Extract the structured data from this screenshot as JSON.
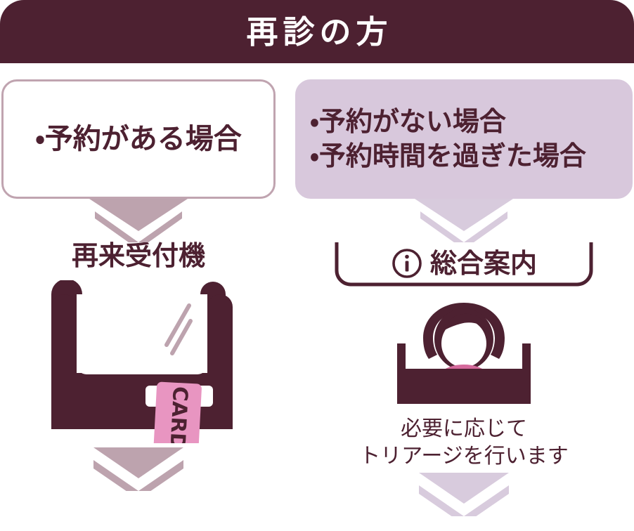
{
  "header": {
    "title": "再診の方",
    "background_color": "#4d2131",
    "text_color": "#ffffff"
  },
  "colors": {
    "maroon": "#4d2131",
    "mauve_border": "#c0a4b0",
    "mauve_fill": "#d8c8dc",
    "arrow_pink": "#bda3ae",
    "arrow_lavender": "#d8cbdd",
    "card_pink": "#e895c1",
    "person_pink": "#d4699b"
  },
  "left_column": {
    "condition_box": {
      "lines": [
        "・予約がある場合"
      ]
    },
    "arrow_top": {
      "icon": "chevron-down-icon",
      "color": "#bda3ae"
    },
    "step_title": "再来受付機",
    "kiosk": {
      "icon": "check-in-kiosk-icon",
      "card_label": "CARD"
    },
    "arrow_bottom": {
      "icon": "double-chevron-down-icon",
      "color": "#bda3ae"
    }
  },
  "right_column": {
    "condition_box": {
      "lines": [
        "・予約がない場合",
        "・予約時間を過ぎた場合"
      ]
    },
    "arrow_top": {
      "icon": "chevron-down-icon",
      "color": "#d8cbdd"
    },
    "step_title": "総合案内",
    "step_title_icon": "info-circle-icon",
    "reception": {
      "icon": "reception-desk-icon"
    },
    "note": {
      "line1": "必要に応じて",
      "line2": "トリアージを行います"
    },
    "arrow_bottom": {
      "icon": "double-chevron-down-icon",
      "color": "#d8cbdd"
    }
  }
}
